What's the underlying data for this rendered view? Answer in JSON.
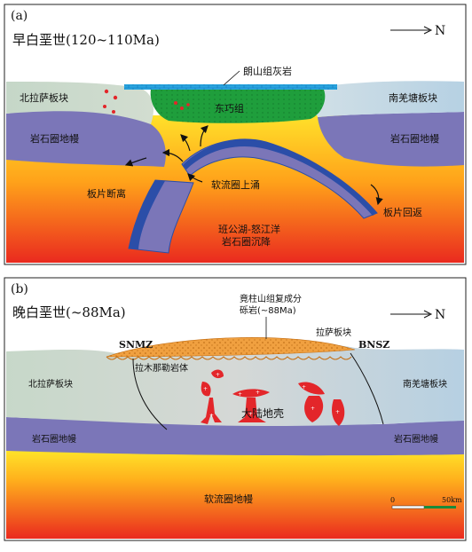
{
  "panel_a": {
    "tag": "(a)",
    "title": "早白垩世(120~110Ma)",
    "north": "N",
    "labels": {
      "north_lhasa": "北拉萨板块",
      "south_qiangtang": "南羌塘板块",
      "lithospheric_mantle_left": "岩石圈地幔",
      "lithospheric_mantle_right": "岩石圈地幔",
      "langshan_limestone": "朗山组灰岩",
      "dongqiao_group": "东巧组",
      "slab_breakoff": "板片断离",
      "asthenosphere_upwelling": "软流圈上涌",
      "slab_rollback": "板片回返",
      "bangong_line1": "班公湖-怒江洋",
      "bangong_line2": "岩石圈沉降"
    }
  },
  "panel_b": {
    "tag": "(b)",
    "title": "晚白垩世(~88Ma)",
    "north": "N",
    "labels": {
      "jingzhushan_line1": "竟柱山组复成分",
      "jingzhushan_line2": "砾岩(~88Ma)",
      "lhasa_block": "拉萨板块",
      "snmz": "SNMZ",
      "bnsz": "BNSZ",
      "lamunale": "拉木那勒岩体",
      "north_lhasa": "北拉萨板块",
      "south_qiangtang": "南羌塘板块",
      "continental_crust": "大陆地壳",
      "lithospheric_mantle_left": "岩石圈地幔",
      "lithospheric_mantle_right": "岩石圈地幔",
      "asthenospheric_mantle": "软流圈地幔",
      "scale_zero": "0",
      "scale_end": "50km"
    }
  },
  "colors": {
    "crust_green": "#c9d9cf",
    "crust_blue": "#b8d2e2",
    "mantle_purple": "#7b76b8",
    "slab_blue": "#2b4ea8",
    "limestone": "#2aa6e0",
    "dongqiao": "#1f9e3c",
    "magma_red": "#e3262a",
    "conglomerate": "#ef9a3a"
  }
}
